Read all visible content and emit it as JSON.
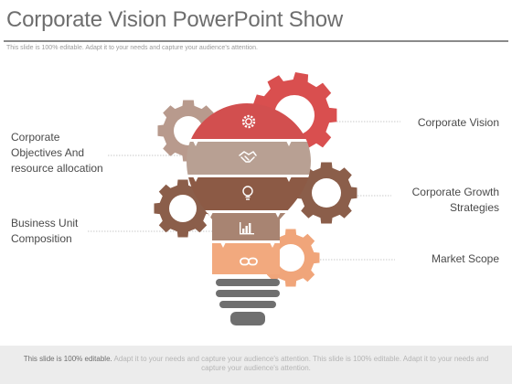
{
  "slide": {
    "title": "Corporate Vision PowerPoint Show",
    "subtitle": "This slide is 100% editable. Adapt it to your needs and capture your audience's attention.",
    "labels": {
      "corporate_vision": "Corporate Vision",
      "corporate_objectives_line1": "Corporate",
      "corporate_objectives_line2": "Objectives And",
      "corporate_objectives_line3": "resource allocation",
      "corporate_growth_line1": "Corporate Growth",
      "corporate_growth_line2": "Strategies",
      "business_unit_line1": "Business Unit",
      "business_unit_line2": "Composition",
      "market_scope": "Market Scope"
    },
    "footer": {
      "bold_part": "This slide is 100% editable.",
      "rest_line1": "Adapt it to your needs and capture your audience's attention. This slide is 100% editable. Adapt it to your needs and",
      "rest_line2": "capture your audience's attention."
    },
    "colors": {
      "red_gear": "#d94f4f",
      "tan_gear": "#b89a8d",
      "brown_gear": "#8b5e4a",
      "orange_gear": "#f0a57a",
      "band_red": "#d24f4f",
      "band_tan": "#b8a093",
      "band_brown": "#8c5a45",
      "band_mid": "#a88472",
      "band_orange": "#f2a97e",
      "base_gray": "#6f6f6f"
    },
    "icons": [
      "gear-icon",
      "handshake-icon",
      "lightbulb-icon",
      "bar-chart-icon",
      "chain-link-icon"
    ]
  }
}
